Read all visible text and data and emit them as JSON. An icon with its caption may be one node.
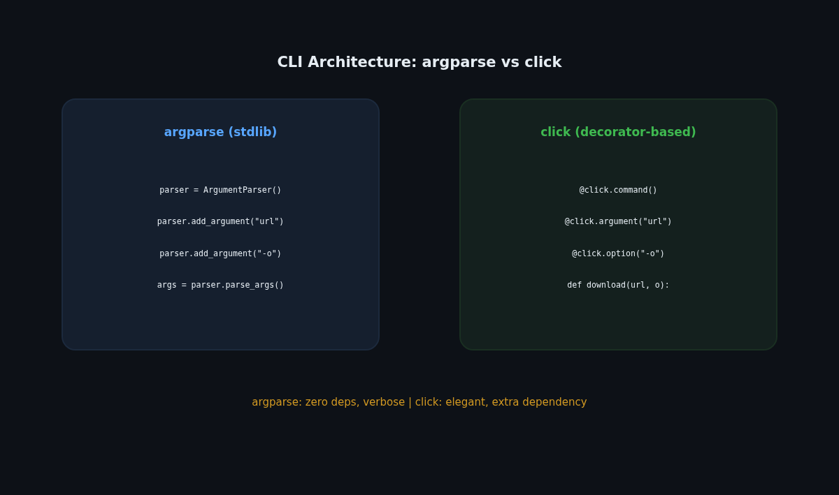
{
  "diagram": {
    "title": "CLI Architecture: argparse vs click",
    "caption": "argparse: zero deps, verbose | click: elegant, extra dependency",
    "nodes": [
      {
        "text": [
          "argparse (stdlib)",
          "parser = ArgumentParser()",
          "parser.add_argument(\"url\")",
          "parser.add_argument(\"-o\")",
          "args = parser.parse_args()"
        ]
      },
      {
        "text": [
          "click (decorator-based)",
          "@click.command()",
          "@click.argument(\"url\")",
          "@click.option(\"-o\")",
          "def download(url, o):"
        ]
      }
    ]
  }
}
